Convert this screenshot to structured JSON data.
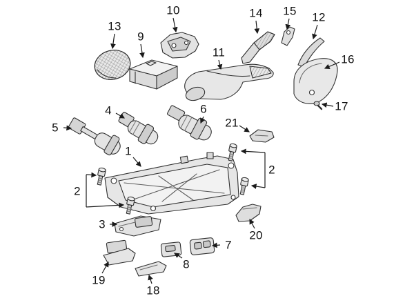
{
  "diagram": {
    "background": "#ffffff",
    "colors": {
      "line": "#2f2f2f",
      "part_fill": "#e8e8e8",
      "part_fill_dark": "#cfcfcf",
      "label_text": "#111111"
    },
    "callouts": {
      "c1": {
        "label": "1"
      },
      "c2_right": {
        "label": "2"
      },
      "c2_left": {
        "label": "2"
      },
      "c3": {
        "label": "3"
      },
      "c4": {
        "label": "4"
      },
      "c5": {
        "label": "5"
      },
      "c6": {
        "label": "6"
      },
      "c7": {
        "label": "7"
      },
      "c8": {
        "label": "8"
      },
      "c9": {
        "label": "9"
      },
      "c10": {
        "label": "10"
      },
      "c11": {
        "label": "11"
      },
      "c12": {
        "label": "12"
      },
      "c13": {
        "label": "13"
      },
      "c14": {
        "label": "14"
      },
      "c15": {
        "label": "15"
      },
      "c16": {
        "label": "16"
      },
      "c17": {
        "label": "17"
      },
      "c18": {
        "label": "18"
      },
      "c19": {
        "label": "19"
      },
      "c20": {
        "label": "20"
      },
      "c21": {
        "label": "21"
      }
    }
  }
}
